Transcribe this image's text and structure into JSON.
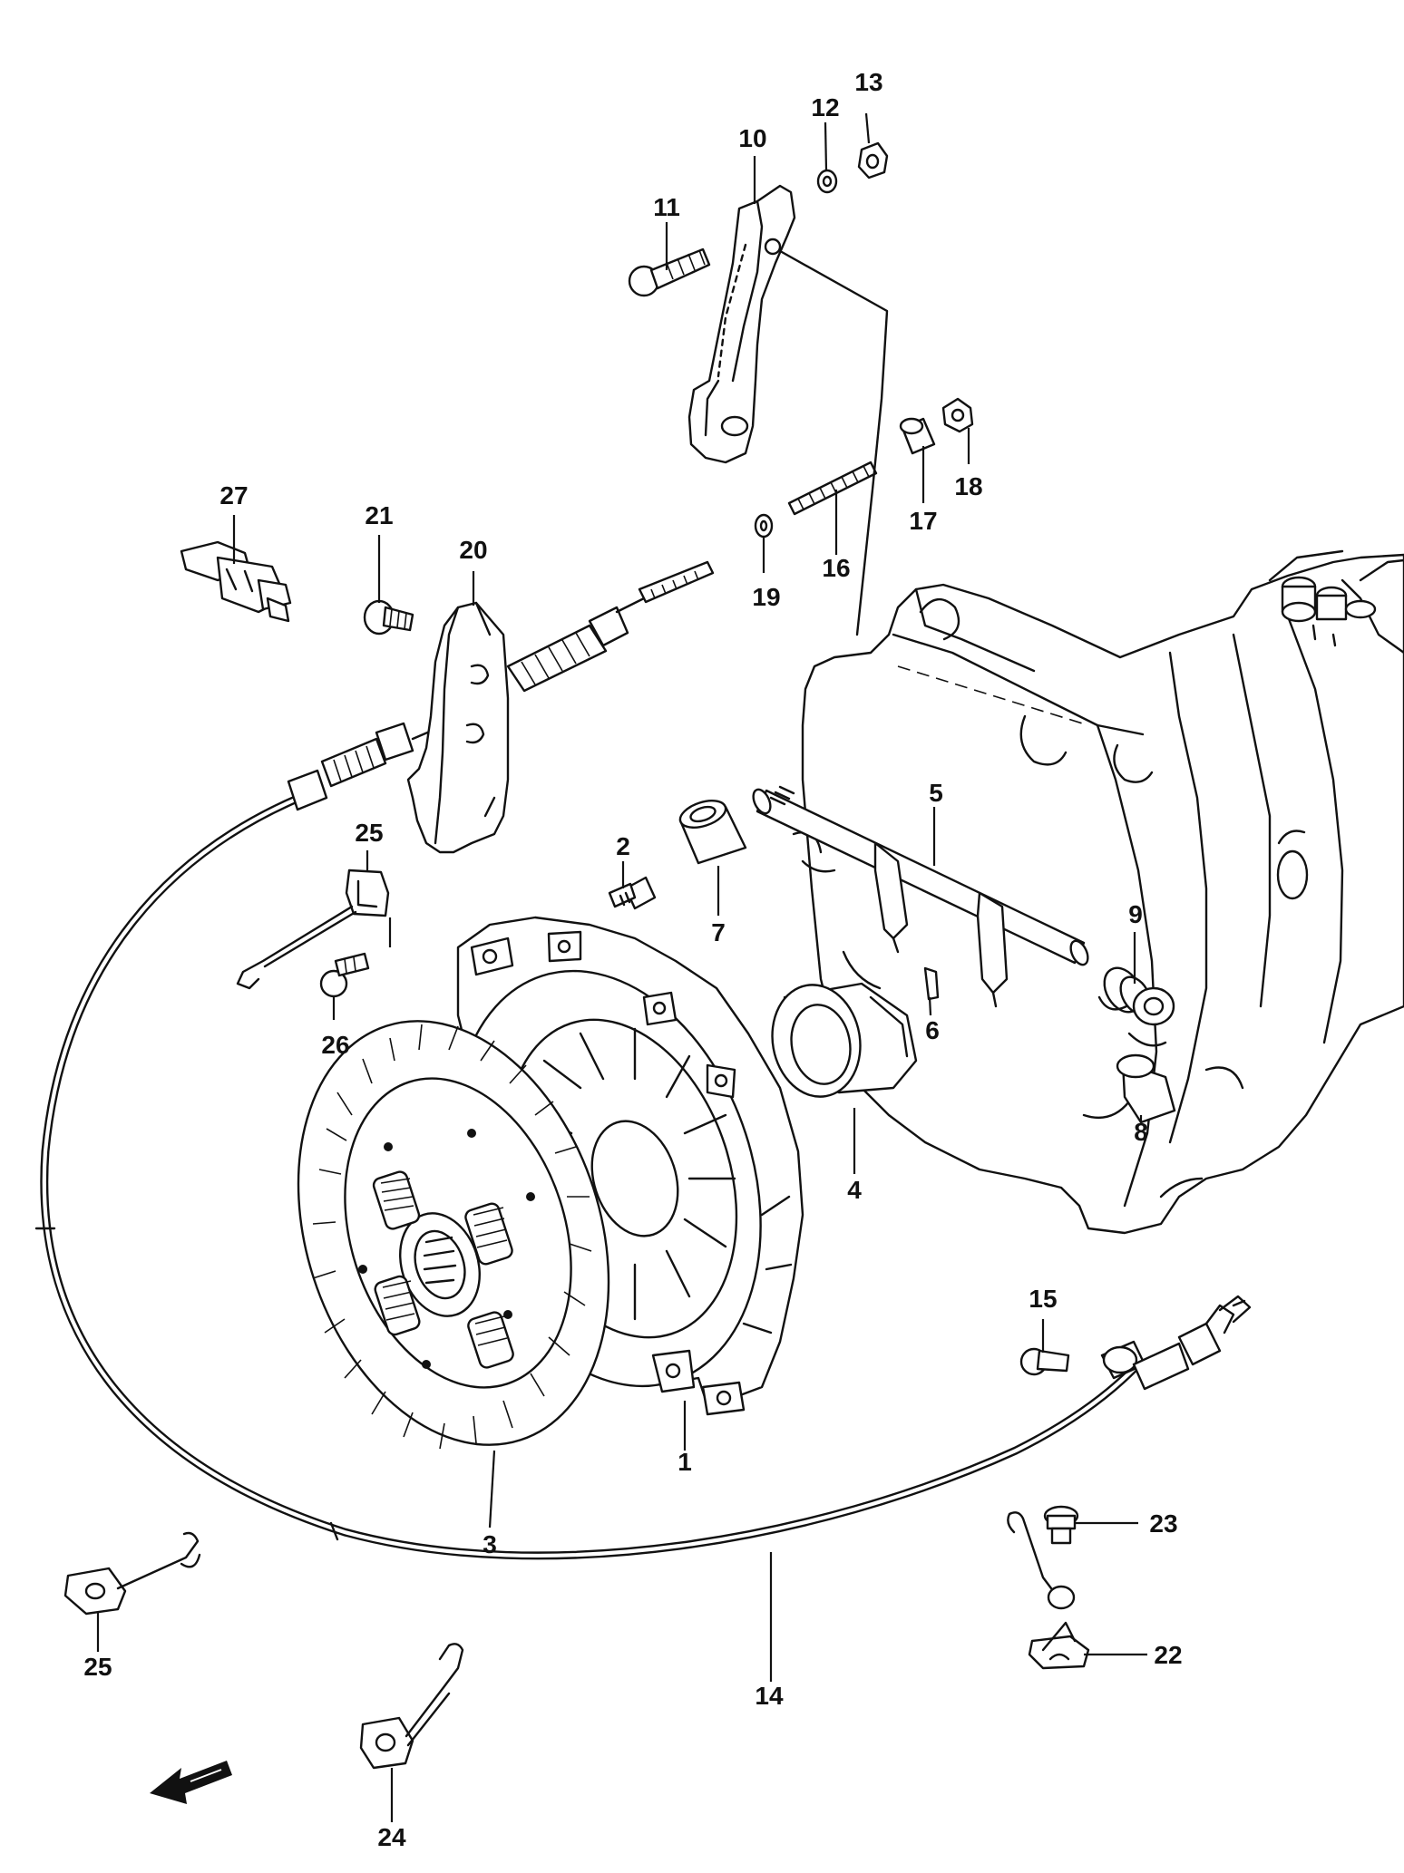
{
  "callouts": [
    {
      "id": "c1",
      "text": "1"
    },
    {
      "id": "c2",
      "text": "2"
    },
    {
      "id": "c3",
      "text": "3"
    },
    {
      "id": "c4",
      "text": "4"
    },
    {
      "id": "c5",
      "text": "5"
    },
    {
      "id": "c6",
      "text": "6"
    },
    {
      "id": "c7",
      "text": "7"
    },
    {
      "id": "c8",
      "text": "8"
    },
    {
      "id": "c9",
      "text": "9"
    },
    {
      "id": "c10",
      "text": "10"
    },
    {
      "id": "c11",
      "text": "11"
    },
    {
      "id": "c12",
      "text": "12"
    },
    {
      "id": "c13",
      "text": "13"
    },
    {
      "id": "c14",
      "text": "14"
    },
    {
      "id": "c15",
      "text": "15"
    },
    {
      "id": "c16",
      "text": "16"
    },
    {
      "id": "c17",
      "text": "17"
    },
    {
      "id": "c18",
      "text": "18"
    },
    {
      "id": "c19",
      "text": "19"
    },
    {
      "id": "c20",
      "text": "20"
    },
    {
      "id": "c21",
      "text": "21"
    },
    {
      "id": "c22",
      "text": "22"
    },
    {
      "id": "c23",
      "text": "23"
    },
    {
      "id": "c24",
      "text": "24"
    },
    {
      "id": "c25a",
      "text": "25"
    },
    {
      "id": "c25b",
      "text": "25"
    },
    {
      "id": "c26",
      "text": "26"
    },
    {
      "id": "c27",
      "text": "27"
    }
  ],
  "colors": {
    "line": "#111111",
    "background": "#ffffff"
  },
  "icons": [
    "front-direction-arrow-icon"
  ]
}
